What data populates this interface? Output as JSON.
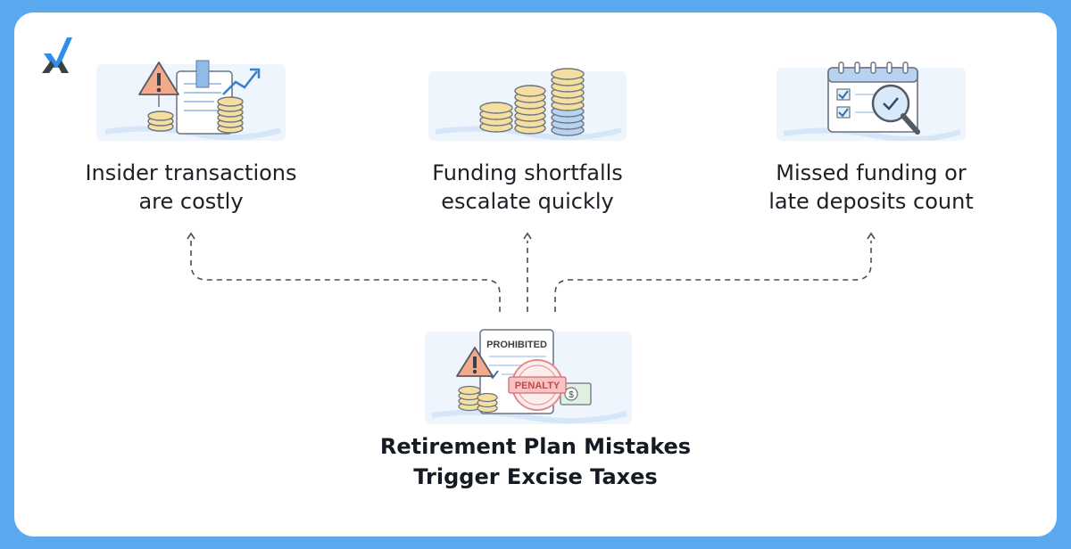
{
  "brand": {
    "name": "",
    "accent": "#2d8fe8",
    "dark": "#3b3f47"
  },
  "colors": {
    "background": "#5aa9ee",
    "card": "#ffffff",
    "text": "#1c1f26",
    "connector": "#4a4f57"
  },
  "outcomes": [
    {
      "line1": "Insider transactions",
      "line2": "are costly",
      "icon": "warning-document-coins-icon"
    },
    {
      "line1": "Funding shortfalls",
      "line2": "escalate quickly",
      "icon": "coin-stacks-icon"
    },
    {
      "line1": "Missed funding or",
      "line2": "late deposits count",
      "icon": "calendar-magnifier-icon"
    }
  ],
  "center": {
    "title_line1": "Retirement Plan Mistakes",
    "title_line2": "Trigger Excise Taxes",
    "doc_label": "PROHIBITED",
    "stamp_label": "PENALTY",
    "bill_symbol": "$"
  }
}
